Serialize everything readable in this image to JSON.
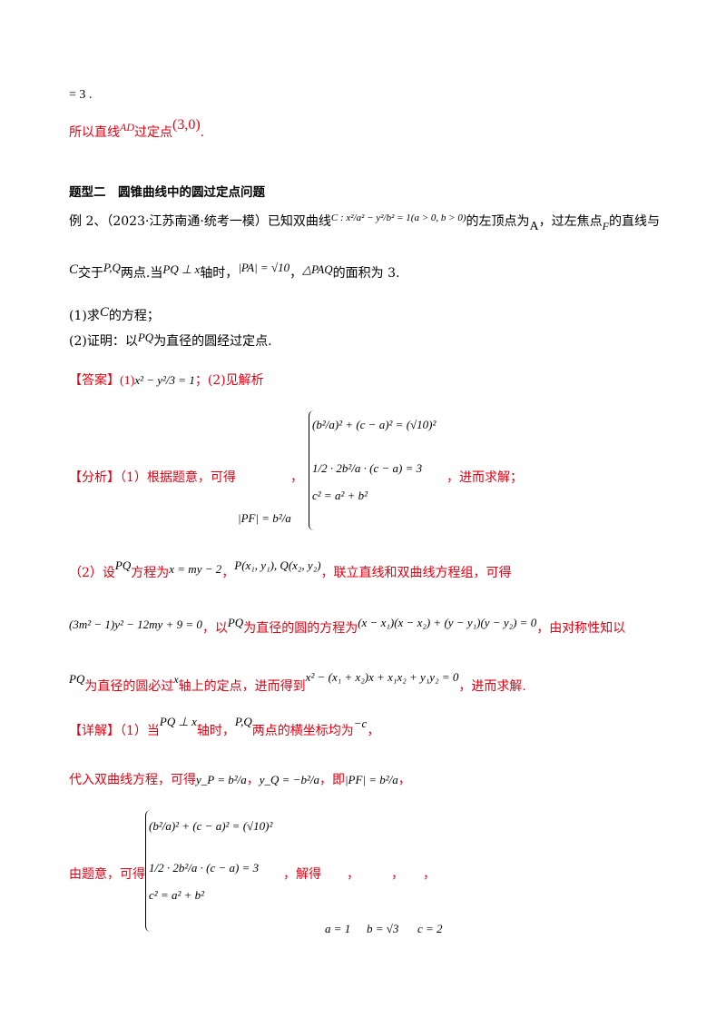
{
  "lines": {
    "l1": "= 3 .",
    "l2_pre": "所以直线",
    "l2_ad": "AD",
    "l2_mid": "过定点",
    "l2_pt": "(3,0)",
    "l2_end": ".",
    "section_title": "题型二　圆锥曲线中的圆过定点问题",
    "ex_pre": "例 2、（2023·江苏南通·统考一模）已知双曲线",
    "ex_eq": "C : x²/a² − y²/b² = 1(a > 0, b > 0)",
    "ex_mid": "的左顶点为",
    "ex_A": "A",
    "ex_mid2": "，过左焦点",
    "ex_F": "F",
    "ex_end": "的直线与",
    "l5_C": "C",
    "l5_a": "交于",
    "l5_PQ": "P,Q",
    "l5_b": "两点.当",
    "l5_perp": "PQ ⊥ x",
    "l5_c": "轴时，",
    "l5_pa": "|PA| = √10",
    "l5_d": "，",
    "l5_tri": "△PAQ",
    "l5_e": "的面积为 3.",
    "q1_pre": "(1)求",
    "q1_C": "C",
    "q1_post": "的方程；",
    "q2_pre": "(2)证明：以",
    "q2_PQ": "PQ",
    "q2_post": "为直径的圆经过定点.",
    "ans_tag": "【答案】",
    "ans_1": "(1)",
    "ans_eq": "x² − y²/3 = 1",
    "ans_2": "；(2)见解析",
    "fx_tag": "【分析】",
    "fx_1": "（1）根据题意，可得",
    "fx_pf": "|PF| = b²/a",
    "fx_comma": "，",
    "fx_2": "，进而求解；",
    "sys_r1": "(b²/a)² + (c − a)² = (√10)²",
    "sys_r2": "1/2 · 2b²/a · (c − a) = 3",
    "sys_r3": "c² = a² + b²",
    "p2_a": "（2）设",
    "p2_PQ": "PQ",
    "p2_b": "方程为",
    "p2_line": "x = my − 2",
    "p2_c": "，",
    "p2_pts": "P(x₁, y₁), Q(x₂, y₂)",
    "p2_d": "，联立直线和双曲线方程组，可得",
    "p3_eq": "(3m² − 1)y² − 12my + 9 = 0",
    "p3_a": "，以",
    "p3_PQ": "PQ",
    "p3_b": "为直径的圆的方程为",
    "p3_circ": "(x − x₁)(x − x₂) + (y − y₁)(y − y₂) = 0",
    "p3_c": "，由对称性知以",
    "p4_PQ": "PQ",
    "p4_a": "为直径的圆必过",
    "p4_x": "x",
    "p4_b": "轴上的定点，进而得到",
    "p4_eq": "x² − (x₁ + x₂)x + x₁x₂ + y₁y₂ = 0",
    "p4_c": "，进而求解.",
    "xj_tag": "【详解】",
    "xj_1": "（1）当",
    "xj_perp": "PQ ⊥ x",
    "xj_2": "轴时，",
    "xj_PQ": "P,Q",
    "xj_3": "两点的横坐标均为",
    "xj_c": "−c",
    "xj_4": "，",
    "sub_a": "代入双曲线方程，可得",
    "sub_yp": "y_P = b²/a",
    "sub_b": "，",
    "sub_yq": "y_Q = −b²/a",
    "sub_c": "，即",
    "sub_pf": "|PF| = b²/a",
    "sub_d": "，",
    "by_a": "由题意，可得",
    "by_b": "，解得　　，　　　，　　，",
    "sol_a": "a = 1",
    "sol_b": "b = √3",
    "sol_c": "c = 2"
  }
}
